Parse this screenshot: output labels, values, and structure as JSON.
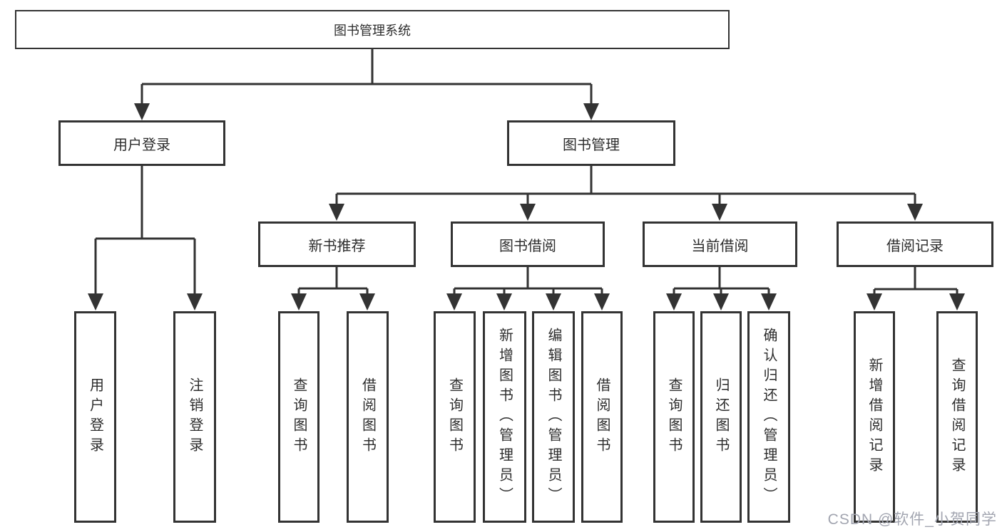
{
  "colors": {
    "line": "#333333",
    "text": "#2d2d2d",
    "background": "#ffffff",
    "watermark_text": "#a2a5b0"
  },
  "root": {
    "label": "图书管理系统"
  },
  "branches": {
    "login": {
      "label": "用户登录",
      "leaves": [
        "用户登录",
        "注销登录"
      ]
    },
    "management": {
      "label": "图书管理",
      "groups": [
        {
          "label": "新书推荐",
          "leaves": [
            "查询图书",
            "借阅图书"
          ]
        },
        {
          "label": "图书借阅",
          "leaves": [
            "查询图书",
            "新增图书（管理员）",
            "编辑图书（管理员）",
            "借阅图书"
          ]
        },
        {
          "label": "当前借阅",
          "leaves": [
            "查询图书",
            "归还图书",
            "确认归还（管理员）"
          ]
        },
        {
          "label": "借阅记录",
          "leaves": [
            "新增借阅记录",
            "查询借阅记录"
          ]
        }
      ]
    }
  },
  "watermark": "CSDN @软件_小贺同学"
}
